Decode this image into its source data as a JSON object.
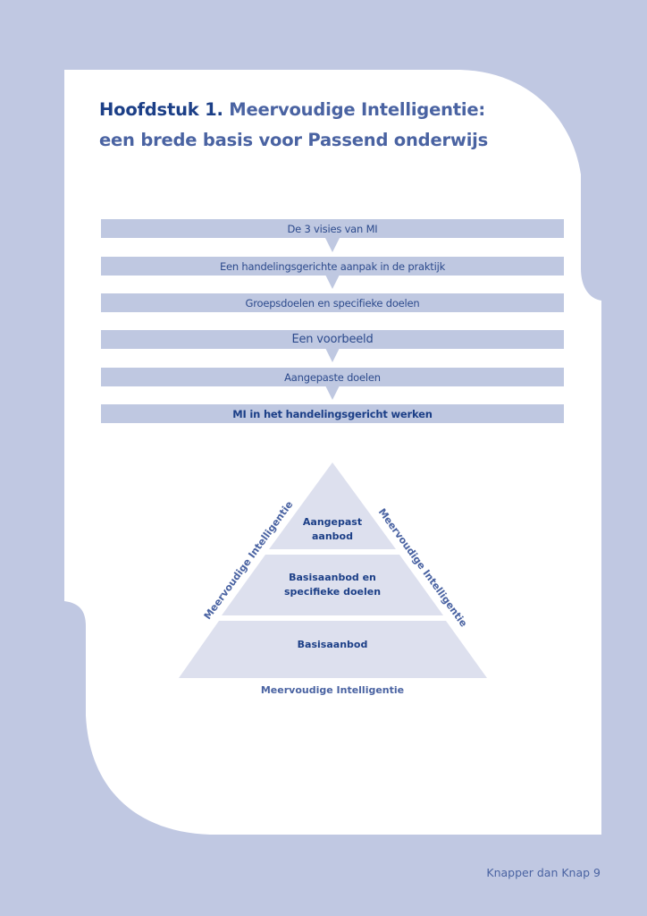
{
  "header": {
    "chapter_label": "Hoofdstuk 1.",
    "title_part_1": "Meervoudige Intelligentie:",
    "title_part_2": "een brede basis voor Passend onderwijs"
  },
  "flow": {
    "steps": [
      {
        "label": "De 3 visies van MI",
        "arrow_after": true
      },
      {
        "label": "Een handelingsgerichte aanpak in de praktijk",
        "arrow_after": true
      },
      {
        "label": "Groepsdoelen en specifieke doelen",
        "arrow_after": false
      },
      {
        "label": "Een voorbeeld",
        "arrow_after": true
      },
      {
        "label": "Aangepaste doelen",
        "arrow_after": true
      },
      {
        "label": "MI in het handelingsgericht werken",
        "arrow_after": false
      }
    ]
  },
  "pyramid": {
    "tiers": [
      {
        "label_line_1": "Aangepast",
        "label_line_2": "aanbod"
      },
      {
        "label_line_1": "Basisaanbod en",
        "label_line_2": "specifieke doelen"
      },
      {
        "label_line_1": "Basisaanbod",
        "label_line_2": ""
      }
    ],
    "left_side_label": "Meervoudige Intelligentie",
    "right_side_label": "Meervoudige Intelligentie",
    "base_label": "Meervoudige Intelligentie"
  },
  "footer": {
    "page_label": "Knapper dan Knap 9"
  },
  "colors": {
    "background": "#c0c8e2",
    "page": "#ffffff",
    "flow_box": "#bfc8e1",
    "pyramid_fill": "#dde0ee",
    "dark_blue": "#1c3f87",
    "mid_blue": "#4a63a2"
  }
}
